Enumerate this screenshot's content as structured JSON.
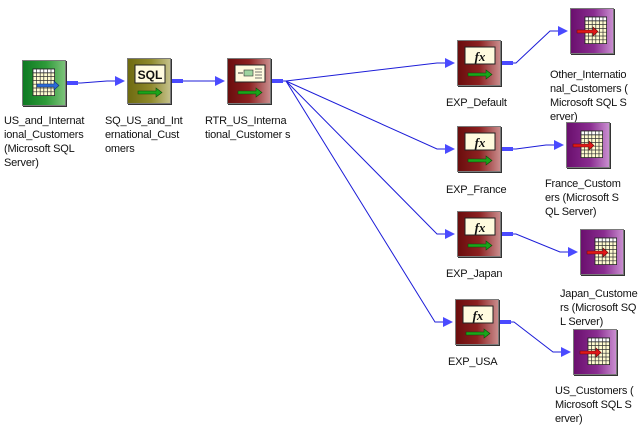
{
  "diagram": {
    "colors": {
      "link": "#1c1cd8",
      "link_arrow": "#4a4aff",
      "source": "#1d8a2e",
      "source_qualifier": "#8a8526",
      "transformation": "#7d1616",
      "target": "#7d2383",
      "fx_box_bg": "#fffbdf",
      "data_arrow_green": "#1aa51a",
      "data_arrow_red": "#e01818",
      "data_arrow_blue": "#2a6ad8"
    },
    "nodes": [
      {
        "id": "source",
        "kind": "source-definition",
        "icon": "table-icon",
        "label": "US_and_Internat\nional_Customers\n(Microsoft SQL\nServer)"
      },
      {
        "id": "sq",
        "kind": "source-qualifier",
        "icon": "sql-icon",
        "badge": "SQL",
        "label": "SQ_US_and_Int\nernational_Cust\nomers"
      },
      {
        "id": "router",
        "kind": "router",
        "icon": "router-icon",
        "label": "RTR_US_Interna\ntional_Customer s"
      },
      {
        "id": "exp_default",
        "kind": "expression",
        "icon": "fx-icon",
        "badge": "fx",
        "label": "EXP_Default"
      },
      {
        "id": "exp_france",
        "kind": "expression",
        "icon": "fx-icon",
        "badge": "fx",
        "label": "EXP_France"
      },
      {
        "id": "exp_japan",
        "kind": "expression",
        "icon": "fx-icon",
        "badge": "fx",
        "label": "EXP_Japan"
      },
      {
        "id": "exp_usa",
        "kind": "expression",
        "icon": "fx-icon",
        "badge": "fx",
        "label": "EXP_USA"
      },
      {
        "id": "tgt_other",
        "kind": "target-definition",
        "icon": "table-icon",
        "label": "Other_Internatio\nnal_Customers (\nMicrosoft SQL S\nerver)"
      },
      {
        "id": "tgt_france",
        "kind": "target-definition",
        "icon": "table-icon",
        "label": "France_Custom\ners (Microsoft S\nQL Server)"
      },
      {
        "id": "tgt_japan",
        "kind": "target-definition",
        "icon": "table-icon",
        "label": "Japan_Custome\nrs (Microsoft SQ\nL Server)"
      },
      {
        "id": "tgt_us",
        "kind": "target-definition",
        "icon": "table-icon",
        "label": "US_Customers (\nMicrosoft SQL S\nerver)"
      }
    ],
    "links": [
      {
        "from": "source",
        "to": "sq"
      },
      {
        "from": "sq",
        "to": "router"
      },
      {
        "from": "router",
        "to": "exp_default"
      },
      {
        "from": "router",
        "to": "exp_france"
      },
      {
        "from": "router",
        "to": "exp_japan"
      },
      {
        "from": "router",
        "to": "exp_usa"
      },
      {
        "from": "exp_default",
        "to": "tgt_other"
      },
      {
        "from": "exp_france",
        "to": "tgt_france"
      },
      {
        "from": "exp_japan",
        "to": "tgt_japan"
      },
      {
        "from": "exp_usa",
        "to": "tgt_us"
      }
    ]
  }
}
